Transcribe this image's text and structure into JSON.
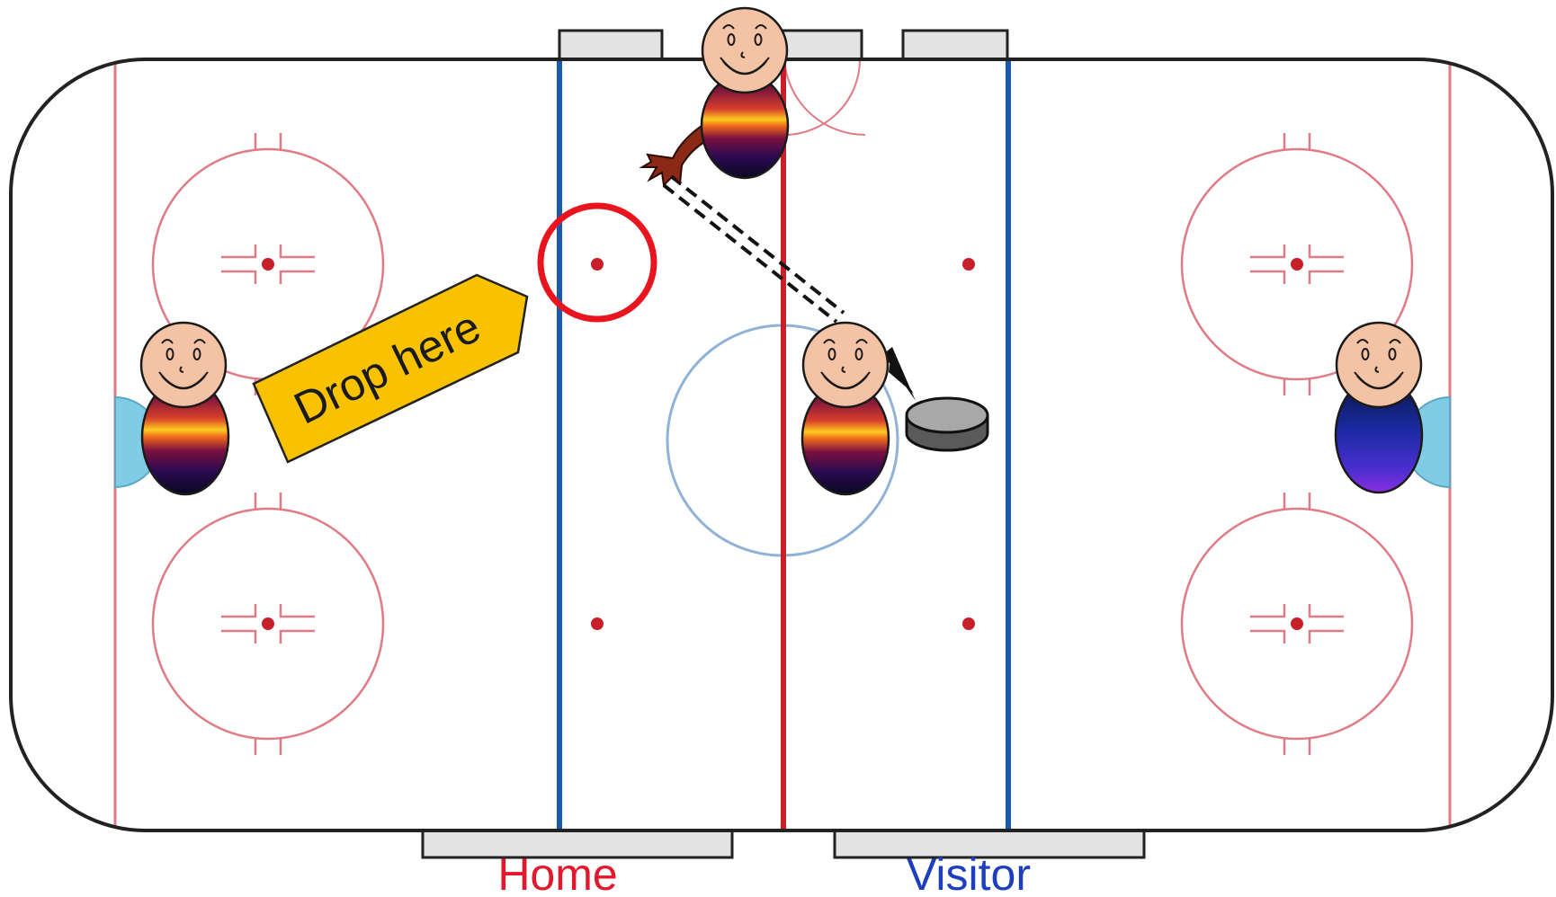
{
  "callout": {
    "text": "Drop here"
  },
  "benches": {
    "home_label": "Home",
    "visitor_label": "Visitor"
  },
  "colors": {
    "rink_outline": "#222222",
    "red_line": "#c8202a",
    "blue_line": "#1a5aa8",
    "faceoff_line": "#e07a84",
    "center_circle": "#8fb2d6",
    "goal_crease": "#80cce4",
    "callout_fill": "#f8c200",
    "target_ring": "#e8141e",
    "home_label": "#e2182c",
    "visitor_label": "#1d3fbf",
    "skin": "#f4c2a4",
    "bench_fill": "#e3e3e3",
    "puck_fill": "#a8a8a8"
  },
  "players": [
    {
      "id": "home-goalie",
      "team": "home",
      "jersey": "striped"
    },
    {
      "id": "home-center",
      "team": "home",
      "jersey": "striped"
    },
    {
      "id": "linesman",
      "team": "official",
      "jersey": "striped",
      "pose": "arm-extended"
    },
    {
      "id": "visitor-goalie",
      "team": "visitor",
      "jersey": "blue-purple"
    }
  ],
  "icons": [
    "puck-icon",
    "pass-arrow-icon",
    "callout-arrow-icon",
    "target-circle-icon",
    "hand-icon"
  ]
}
